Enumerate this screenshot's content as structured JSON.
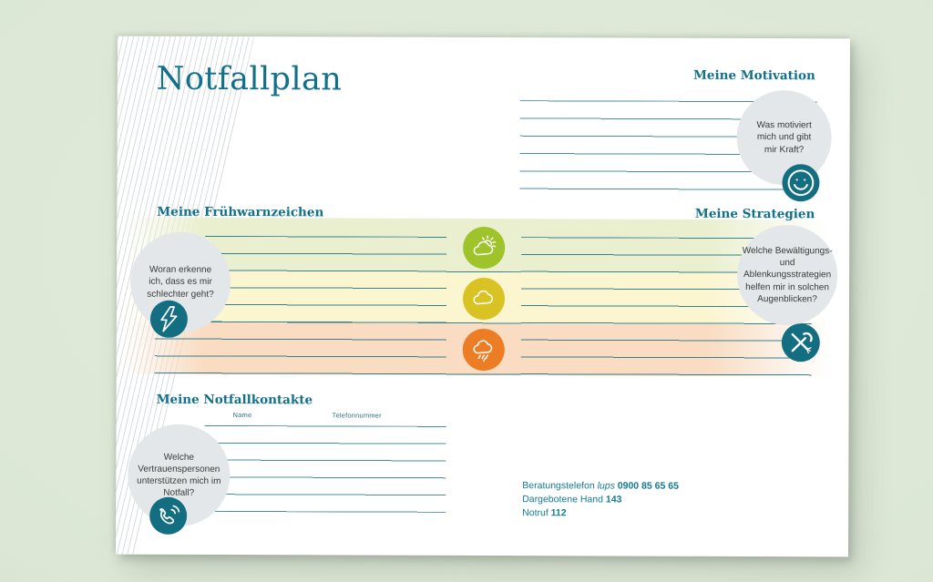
{
  "page": {
    "title": "Notfallplan"
  },
  "sections": {
    "motivation": {
      "heading": "Meine Motivation",
      "bubble_question": "Was motiviert mich und gibt mir Kraft?",
      "icon": "smiley-icon",
      "writing_lines": 6
    },
    "fruehwarnzeichen": {
      "heading": "Meine Frühwarnzeichen",
      "bubble_question": "Woran erkenne ich, dass es mir schlechter geht?",
      "icon": "lightning-icon",
      "writing_lines": 9
    },
    "strategien": {
      "heading": "Meine Strategien",
      "bubble_question": "Welche Bewältigungs- und Ablenkungsstrategien helfen mir in solchen Augenblicken?",
      "icon": "tools-icon"
    },
    "notfallkontakte": {
      "heading": "Meine Notfallkontakte",
      "bubble_question": "Welche Vertrauenspersonen unterstützen mich im Notfall?",
      "icon": "phone-icon",
      "columns": [
        "Name",
        "Telefonnummer"
      ],
      "writing_lines": 6
    }
  },
  "weather_levels": [
    {
      "id": "good",
      "icon": "sun-cloud-icon"
    },
    {
      "id": "medium",
      "icon": "cloud-icon"
    },
    {
      "id": "bad",
      "icon": "rain-cloud-icon"
    }
  ],
  "hotlines": [
    {
      "label": "Beratungstelefon",
      "org": "lups",
      "number": "0900 85 65 65"
    },
    {
      "label": "Dargebotene Hand",
      "org": "",
      "number": "143"
    },
    {
      "label": "Notruf",
      "org": "",
      "number": "112"
    }
  ],
  "colors": {
    "teal": "#136e82",
    "heading_teal": "#11708a",
    "hotline_teal": "#157a96",
    "line_teal": "#4a8c9c",
    "band_line_teal": "#35808f",
    "level_good": "#9ec32b",
    "level_medium": "#d9c324",
    "level_bad": "#ec7d25",
    "band_good": "#eaf0cf",
    "band_medium": "#fbf5d0",
    "band_bad": "#f9dcc2",
    "bubble_gray": "#e3e7e9",
    "desk_green": "#dde8d7"
  }
}
